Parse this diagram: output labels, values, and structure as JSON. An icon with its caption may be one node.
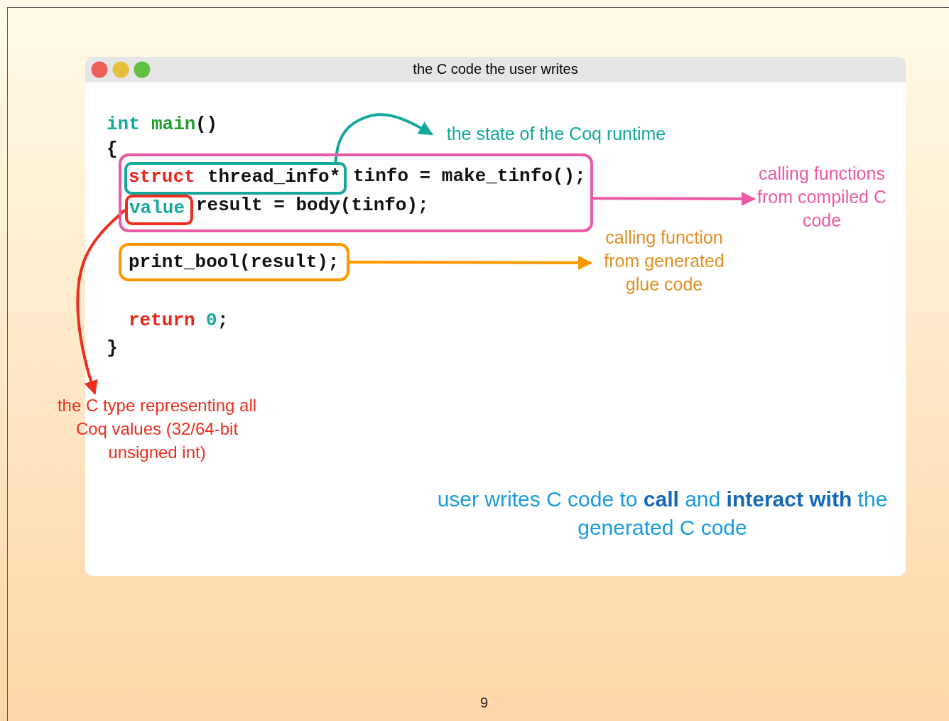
{
  "diagram": {
    "nodes": [
      {
        "text": [
          "the C code the user writes"
        ]
      },
      {
        "text": [
          "tinfo = make_tinfo();",
          "result = body(tinfo);"
        ],
        "in": 0
      },
      {
        "text": [
          "struct",
          "thread_info*"
        ],
        "in": 1
      },
      {
        "text": [
          "value"
        ],
        "in": 1
      },
      {
        "text": [
          "print_bool(result);"
        ],
        "in": 0
      },
      {
        "text": [
          "the state of the Coq runtime"
        ],
        "in": 0
      },
      {
        "text": [
          "calling functions from compiled C code"
        ],
        "in": 0
      },
      {
        "text": [
          "calling function from generated glue code"
        ],
        "in": 0
      },
      {
        "text": [
          "the C type representing all Coq values (32/64-bit unsigned int)"
        ]
      }
    ],
    "edges": [
      {
        "from": 2,
        "to": 5,
        "arrow": "to",
        "color": "#14a89c"
      },
      {
        "from": 1,
        "to": 6,
        "arrow": "to",
        "color": "#ea5aa5"
      },
      {
        "from": 4,
        "to": 7,
        "arrow": "to",
        "color": "#ff9800"
      },
      {
        "from": 3,
        "to": 8,
        "arrow": "to",
        "color": "#ee2d1e"
      }
    ],
    "labels": [
      "int",
      "main",
      "()",
      "{",
      "return",
      "0",
      ";",
      "}",
      "user writes C code to **call** and **interact with** the generated C code",
      "9"
    ]
  }
}
